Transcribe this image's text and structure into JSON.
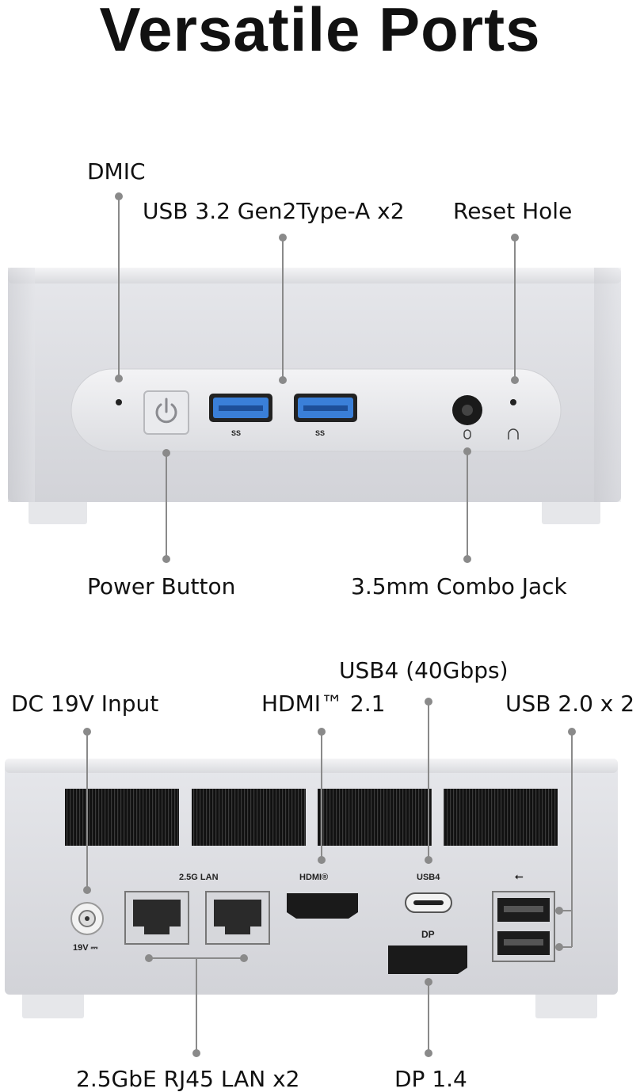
{
  "title": "Versatile Ports",
  "front": {
    "labels": {
      "dmic": "DMIC",
      "usb32": "USB 3.2 Gen2Type-A x2",
      "reset": "Reset Hole",
      "power": "Power Button",
      "combo": "3.5mm Combo Jack"
    },
    "port_marks": {
      "ss": "SS"
    }
  },
  "rear": {
    "labels": {
      "dc": "DC 19V Input",
      "hdmi": "HDMI™ 2.1",
      "usb4": "USB4 (40Gbps)",
      "usb20": "USB 2.0 x 2",
      "lan": "2.5GbE RJ45 LAN x2",
      "dp": "DP 1.4"
    },
    "panel_marks": {
      "lan": "2.5G LAN",
      "hdmi": "HDMI®",
      "usb4": "USB4",
      "dp": "DP",
      "dc": "19V ⎓"
    }
  },
  "colors": {
    "body": "#dcdde2",
    "usb_blue": "#3a7fd8",
    "leader": "#8a8a8a"
  }
}
